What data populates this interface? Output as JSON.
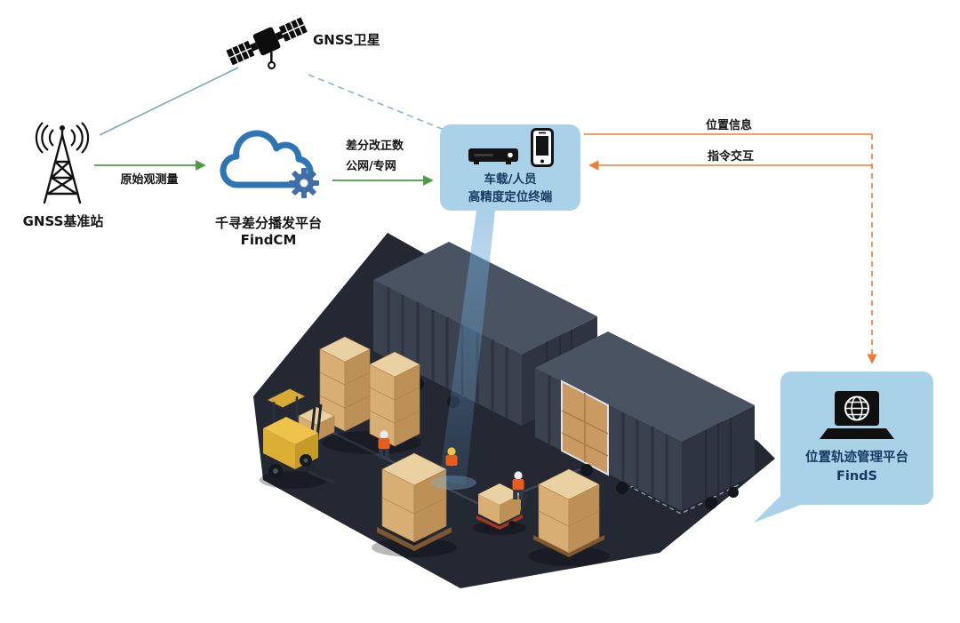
{
  "nodes": {
    "satellite": {
      "label": "GNSS卫星"
    },
    "base_station": {
      "label": "GNSS基准站"
    },
    "cloud": {
      "title": "千寻差分播发平台",
      "subtitle": "FindCM"
    },
    "terminal": {
      "line1": "车载/人员",
      "line2": "高精度定位终端"
    },
    "platform": {
      "title": "位置轨迹管理平台",
      "subtitle": "FindS"
    }
  },
  "links": {
    "raw_observation": "原始观测量",
    "correction_line1": "差分改正数",
    "correction_line2": "公网/专网",
    "position_info": "位置信息",
    "command_interaction": "指令交互"
  },
  "icons": [
    "satellite-icon",
    "base-station-icon",
    "cloud-icon",
    "gear-icon",
    "receiver-icon",
    "smartphone-icon",
    "laptop-globe-icon"
  ],
  "colors": {
    "green_arrow": "#4e9a47",
    "orange_arrow": "#ef7b35",
    "satellite_line": "#79a7c4",
    "satellite_dashed_line": "#85b5d8",
    "bubble_fill": "#a9d2e8",
    "bubble_text": "#16395f",
    "cloud_blue": "#2e75b6"
  }
}
